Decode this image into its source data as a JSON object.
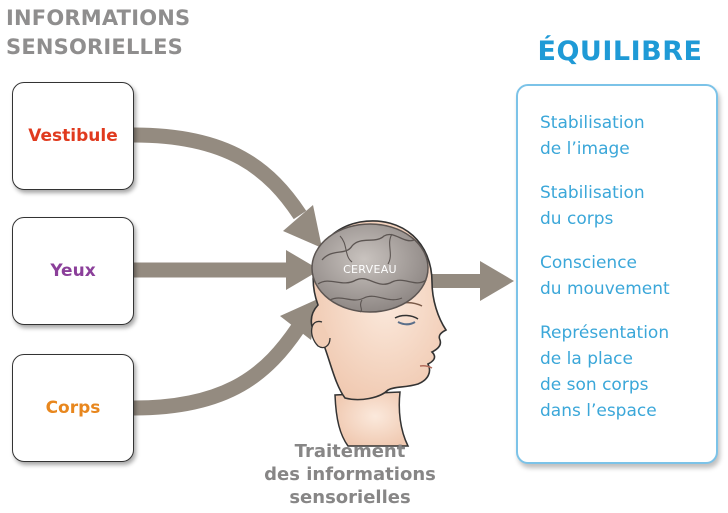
{
  "left_heading": [
    "INFORMATIONS",
    "SENSORIELLES"
  ],
  "right_heading": "ÉQUILIBRE",
  "inputs": [
    {
      "label": "Vestibule",
      "color": "#e03a1e"
    },
    {
      "label": "Yeux",
      "color": "#8b3f9a"
    },
    {
      "label": "Corps",
      "color": "#e8871e"
    }
  ],
  "brain_label": "CERVEAU",
  "caption": [
    "Traitement",
    "des informations",
    "sensorielles"
  ],
  "outputs": [
    {
      "lines": [
        "Stabilisation",
        "de l’image"
      ]
    },
    {
      "lines": [
        "Stabilisation",
        "du corps"
      ]
    },
    {
      "lines": [
        "Conscience",
        "du mouvement"
      ]
    },
    {
      "lines": [
        "Représentation",
        "de la place",
        "de son corps",
        "dans l’espace"
      ]
    }
  ],
  "colors": {
    "arrow": "#948b80",
    "heading_gray": "#8f8e8e",
    "accent_blue": "#1f9ad6",
    "output_text": "#3ba7d9",
    "output_border": "#7cc3e8"
  }
}
